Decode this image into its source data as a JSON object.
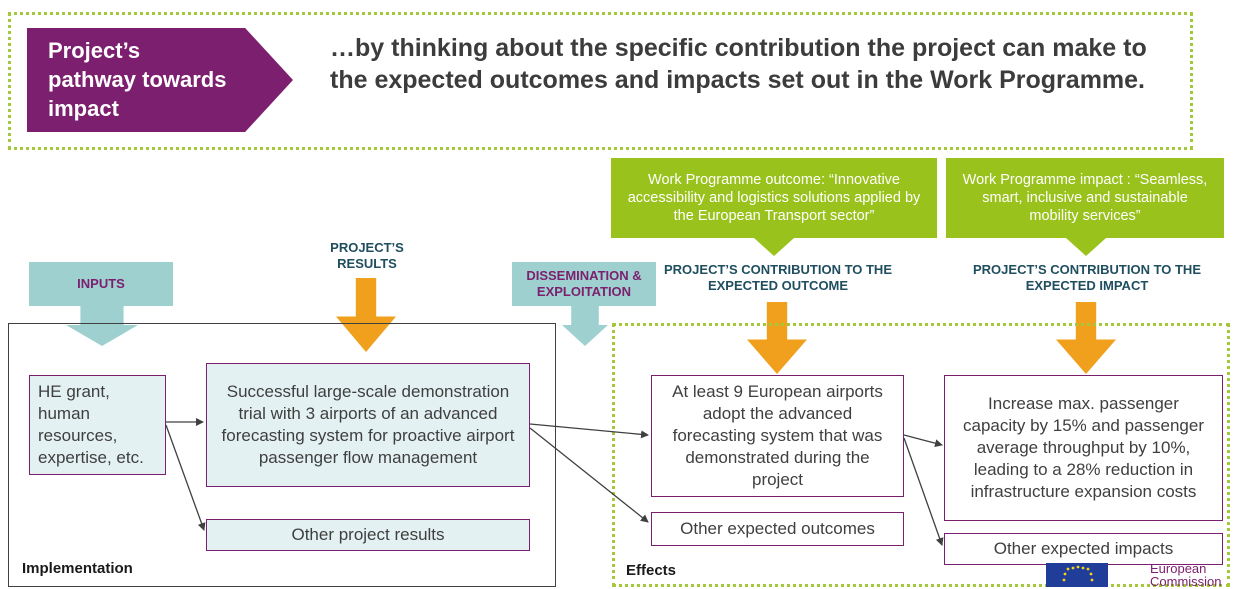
{
  "header": {
    "chevron_label": "Project’s\npathway towards\nimpact",
    "intro_text": "…by thinking about the specific contribution the project can make to the expected outcomes and impacts set out in the Work Programme."
  },
  "work_programme": {
    "outcome": "Work Programme outcome:  “Innovative accessibility and logistics solutions applied by the European Transport sector”",
    "impact": "Work Programme impact : “Seamless, smart, inclusive and sustainable mobility services”"
  },
  "headings": {
    "inputs": "INPUTS",
    "results": "PROJECT’S RESULTS",
    "dissemination": "DISSEMINATION & EXPLOITATION",
    "contribution_outcome": "PROJECT’S CONTRIBUTION TO THE EXPECTED OUTCOME",
    "contribution_impact": "PROJECT’S CONTRIBUTION TO THE EXPECTED IMPACT"
  },
  "boxes": {
    "inputs": "HE grant, human resources, expertise, etc.",
    "main_result": "Successful large-scale demonstration trial with 3 airports of an advanced forecasting system for proactive airport passenger flow management",
    "other_results": "Other project results",
    "main_outcome": "At least 9 European airports adopt the advanced forecasting system that was demonstrated during the project",
    "other_outcomes": "Other expected outcomes",
    "main_impact": "Increase max. passenger capacity by 15% and passenger average throughput by 10%, leading to a 28% reduction in infrastructure expansion costs",
    "other_impacts": "Other expected impacts"
  },
  "frames": {
    "implementation": "Implementation",
    "effects": "Effects"
  },
  "logo": {
    "line1": "European",
    "line2": "Commission"
  },
  "colors": {
    "purple": "#7b1f6e",
    "green": "#9ac21c",
    "teal": "#9ed0d0",
    "orange": "#f0a01c"
  }
}
